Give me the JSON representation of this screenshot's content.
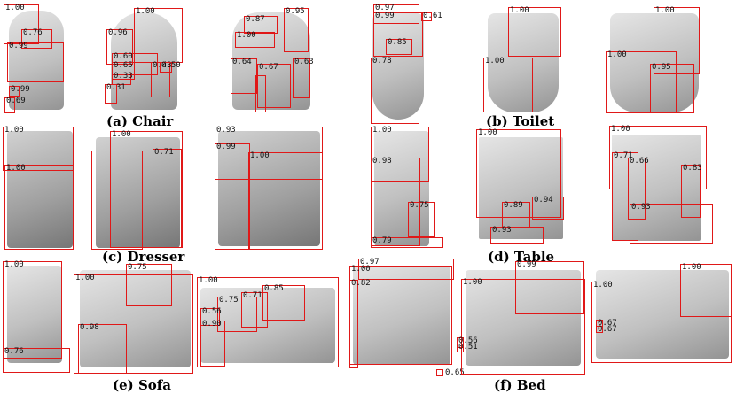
{
  "captions": {
    "chair": "(a) Chair",
    "toilet": "(b) Toilet",
    "dresser": "(c) Dresser",
    "table": "(d) Table",
    "sofa": "(e) Sofa",
    "bed": "(f) Bed"
  },
  "scores": {
    "chair1": [
      "1.00",
      "0.76",
      "0.99",
      "0.99",
      "0.69"
    ],
    "chair2": [
      "1.00",
      "0.96",
      "0.60",
      "0.65",
      "0.43",
      "0.33",
      "0.31",
      "0.50"
    ],
    "chair3": [
      "0.87",
      "1.00",
      "0.95",
      "0.64",
      "0.67",
      "0.63"
    ],
    "toilet1": [
      "0.97",
      "0.99",
      "0.61",
      "0.85",
      "0.78"
    ],
    "toilet2": [
      "1.00",
      "1.00"
    ],
    "toilet3": [
      "1.00",
      "1.00",
      "0.95"
    ],
    "dresser1": [
      "1.00",
      "1.00"
    ],
    "dresser2": [
      "1.00",
      "0.71"
    ],
    "dresser3": [
      "0.93",
      "0.99",
      "1.00"
    ],
    "table1": [
      "1.00",
      "0.98",
      "0.75",
      "0.79"
    ],
    "table2": [
      "1.00",
      "0.89",
      "0.94",
      "0.93"
    ],
    "table3": [
      "1.00",
      "0.71",
      "0.66",
      "0.83",
      "0.93"
    ],
    "sofa1": [
      "1.00",
      "0.76"
    ],
    "sofa2": [
      "1.00",
      "0.75",
      "0.98"
    ],
    "sofa3": [
      "1.00",
      "0.75",
      "0.71",
      "0.85",
      "0.56",
      "0.90"
    ],
    "bed1": [
      "0.97",
      "1.00",
      "0.82",
      "0.65"
    ],
    "bed2": [
      "1.00",
      "0.99",
      "0.56",
      "0.51"
    ],
    "bed3": [
      "1.00",
      "1.00",
      "0.67",
      "0.67"
    ]
  }
}
